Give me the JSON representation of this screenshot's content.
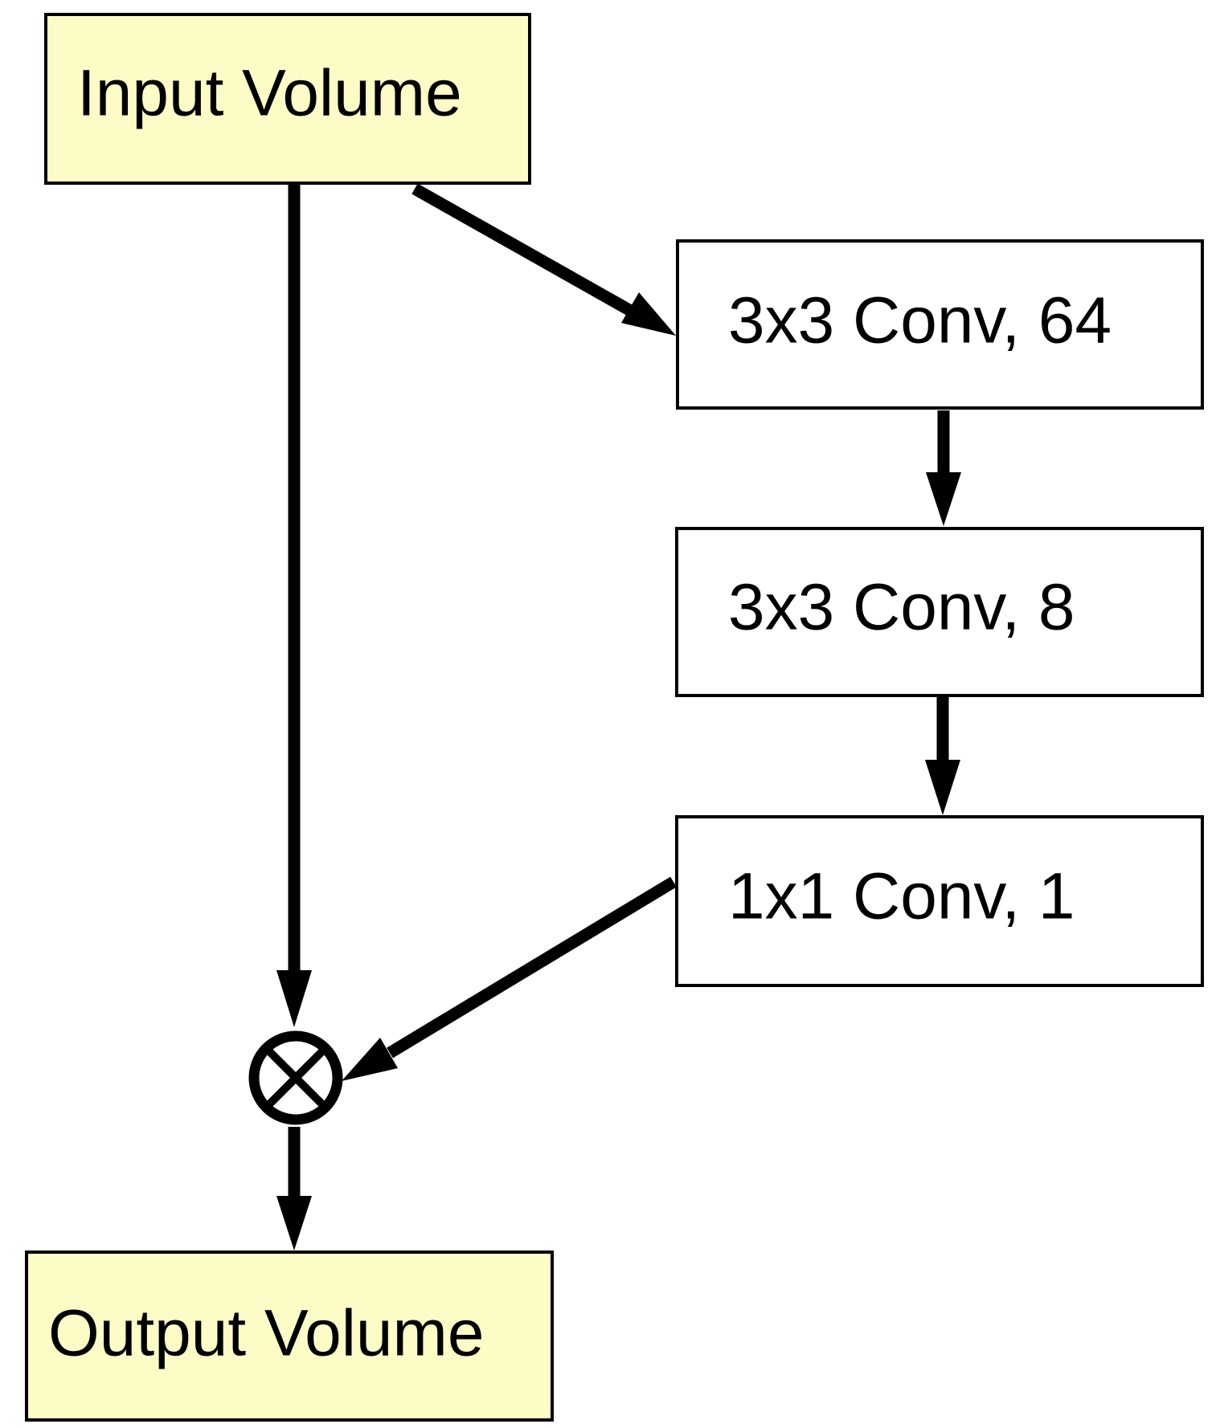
{
  "colors": {
    "io_fill": "#fdfcc6",
    "layer_fill": "#ffffff",
    "line": "#000000"
  },
  "nodes": {
    "input_volume": "Input Volume",
    "conv1": "3x3 Conv, 64",
    "conv2": "3x3 Conv, 8",
    "conv3": "1x1 Conv, 1",
    "output_volume": "Output Volume"
  },
  "operator": {
    "symbol": "⊗",
    "icon": "multiply-circle-icon"
  },
  "edges": [
    {
      "from": "input_volume",
      "to": "multiply-operator"
    },
    {
      "from": "input_volume",
      "to": "conv1"
    },
    {
      "from": "conv1",
      "to": "conv2"
    },
    {
      "from": "conv2",
      "to": "conv3"
    },
    {
      "from": "conv3",
      "to": "multiply-operator"
    },
    {
      "from": "multiply-operator",
      "to": "output_volume"
    }
  ]
}
